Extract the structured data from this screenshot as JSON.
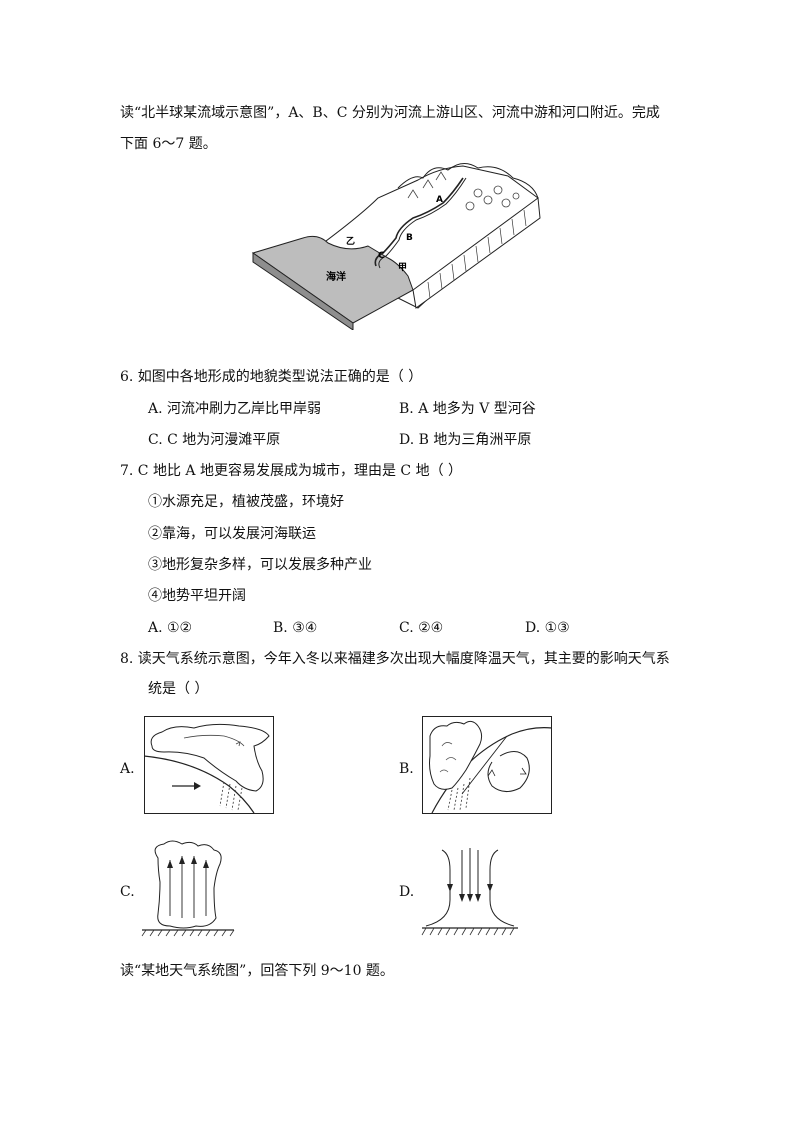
{
  "intro1": {
    "line1": "读“北半球某流域示意图”，A、B、C 分别为河流上游山区、河流中游和河口附近。完成",
    "line2": "下面 6～7 题。"
  },
  "figure1": {
    "ocean_label": "海洋",
    "labels": [
      "A",
      "B",
      "C",
      "乙",
      "甲"
    ]
  },
  "q6": {
    "stem": "6.   如图中各地形成的地貌类型说法正确的是（        ）",
    "options": [
      "A.  河流冲刷力乙岸比甲岸弱",
      "B. A 地多为 V 型河谷",
      "C. C 地为河漫滩平原",
      "D. B 地为三角洲平原"
    ]
  },
  "q7": {
    "stem": "7.   C 地比 A 地更容易发展成为城市，理由是 C 地（        ）",
    "items": [
      "①水源充足，植被茂盛，环境好",
      "②靠海，可以发展河海联运",
      "③地形复杂多样，可以发展多种产业",
      "④地势平坦开阔"
    ],
    "options": [
      "A. ①②",
      "B. ③④",
      "C. ②④",
      "D. ①③"
    ]
  },
  "q8": {
    "stem_line1": "8.   读天气系统示意图，今年入冬以来福建多次出现大幅度降温天气，其主要的影响天气系",
    "stem_line2": "统是（        ）",
    "option_labels": [
      "A.",
      "B.",
      "C.",
      "D."
    ]
  },
  "intro2": {
    "line1": "读“某地天气系统图”，回答下列 9～10 题。"
  }
}
